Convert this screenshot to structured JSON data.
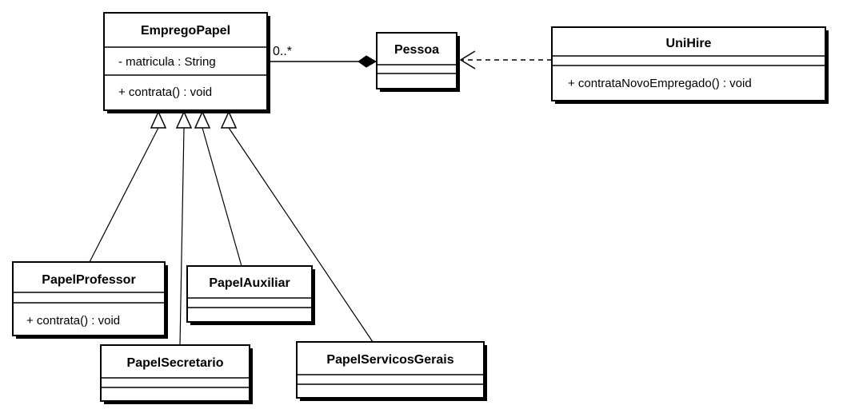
{
  "classes": {
    "emprego_papel": {
      "name": "EmpregoPapel",
      "attribute": "- matricula : String",
      "operation": "+ contrata() : void"
    },
    "pessoa": {
      "name": "Pessoa"
    },
    "unihire": {
      "name": "UniHire",
      "operation": "+ contrataNovoEmpregado() : void"
    },
    "papel_professor": {
      "name": "PapelProfessor",
      "operation": "+ contrata() : void"
    },
    "papel_auxiliar": {
      "name": "PapelAuxiliar"
    },
    "papel_secretario": {
      "name": "PapelSecretario"
    },
    "papel_servicos_gerais": {
      "name": "PapelServicosGerais"
    }
  },
  "associations": {
    "composition_multiplicity": "0..*"
  }
}
